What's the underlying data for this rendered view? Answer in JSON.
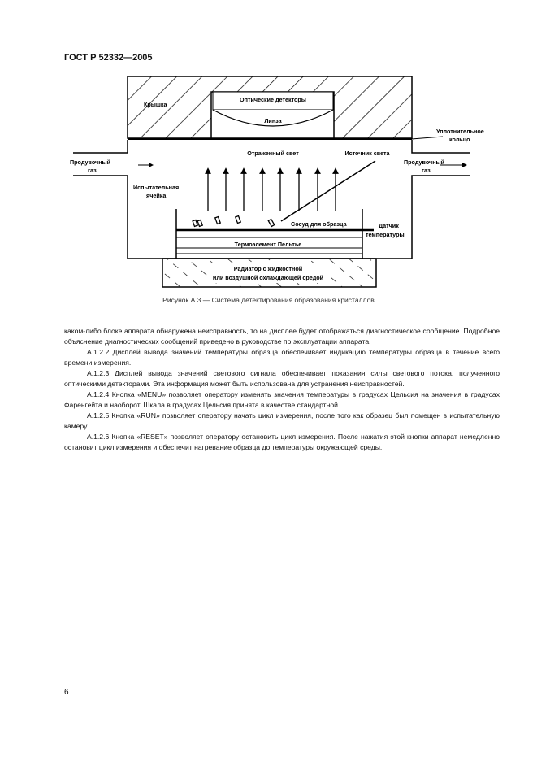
{
  "header": "ГОСТ Р 52332—2005",
  "figure": {
    "labels": {
      "lid": "Крышка",
      "detectors": "Оптические детекторы",
      "lens": "Линза",
      "seal1": "Уплотнительное",
      "seal2": "кольцо",
      "reflected": "Отраженный свет",
      "source": "Источник света",
      "gas_in1": "Продувочный",
      "gas_in2": "газ",
      "gas_out1": "Продувочный",
      "gas_out2": "газ",
      "cell1": "Испытательная",
      "cell2": "ячейка",
      "vessel": "Сосуд для образца",
      "sensor1": "Датчик",
      "sensor2": "температуры",
      "peltier": "Термоэлемент Пельтье",
      "radiator1": "Радиатор с жидкостной",
      "radiator2": "или воздушной охлаждающей средой"
    },
    "caption": "Рисунок А.3 — Система детектирования образования кристаллов"
  },
  "body": [
    "каком-либо блоке аппарата обнаружена неисправность, то на дисплее будет отображаться диагностическое сообщение. Подробное объяснение диагностических сообщений приведено в руководстве по эксплуатации аппарата.",
    "А.1.2.2 Дисплей вывода значений температуры образца обеспечивает индикацию температуры образца в течение всего времени измерения.",
    "А.1.2.3 Дисплей вывода значений светового сигнала обеспечивает показания силы светового потока, полученного оптическими детекторами. Эта информация может быть использована для устранения неисправностей.",
    "А.1.2.4 Кнопка «MENU» позволяет оператору изменять значения температуры в градусах Цельсия на значения в градусах Фаренгейта и наоборот. Шкала в градусах Цельсия принята в качестве стандартной.",
    "А.1.2.5 Кнопка «RUN» позволяет оператору начать цикл измерения, после того как образец был помещен в испытательную камеру.",
    "А.1.2.6 Кнопка «RESET» позволяет оператору остановить цикл измерения. После нажатия этой кнопки аппарат немедленно остановит цикл измерения и обеспечит нагревание образца до температуры окружающей среды."
  ],
  "page_number": "6"
}
